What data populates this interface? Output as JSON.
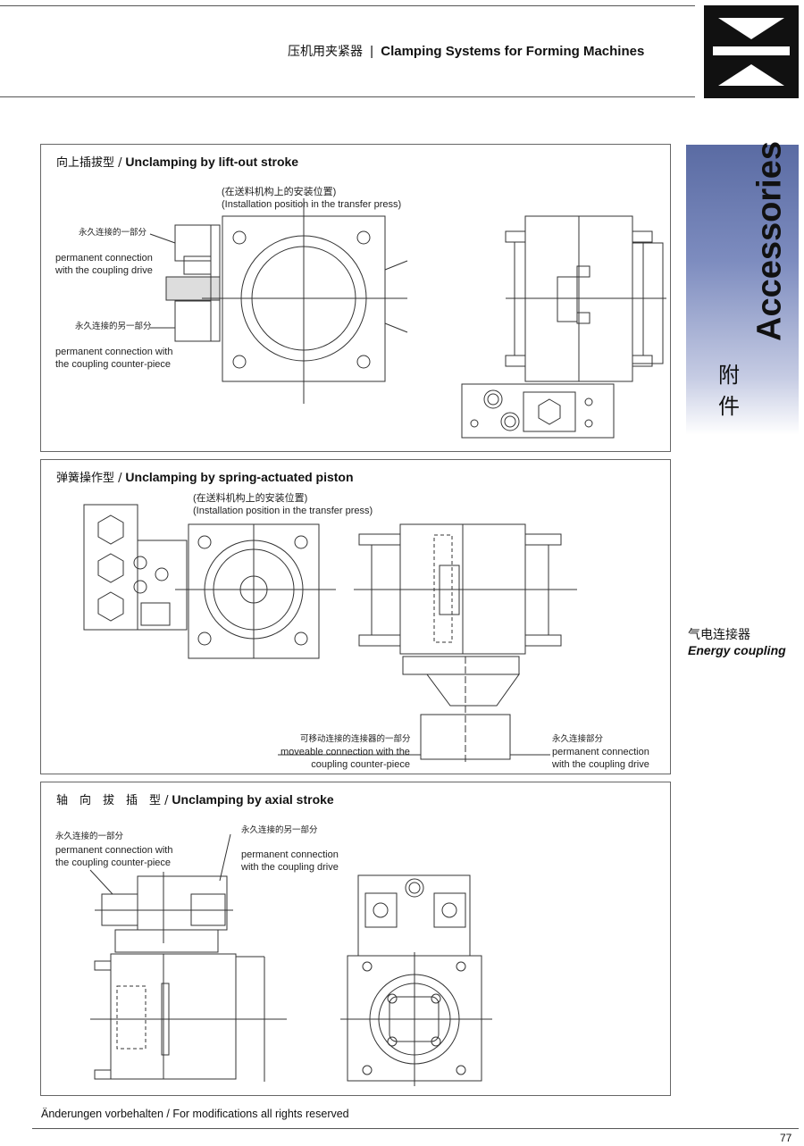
{
  "header": {
    "title_zh": "压机用夹紧器",
    "separator": "|",
    "title_en": "Clamping Systems for Forming Machines"
  },
  "sidebar": {
    "title_en": "Accessories",
    "title_zh": "附件",
    "section_zh": "气电连接器",
    "section_en": "Energy coupling"
  },
  "panels": [
    {
      "title_zh": "向上插拔型 /",
      "title_en": "Unclamping by lift-out stroke",
      "install_zh": "(在送料机构上的安装位置)",
      "install_en": "(Installation position in the transfer press)",
      "label1_zh": "永久连接的一部分",
      "label1_en": [
        "permanent connection",
        "with the coupling drive"
      ],
      "label2_zh": "永久连接的另一部分",
      "label2_en": [
        "permanent connection with",
        "the coupling counter-piece"
      ]
    },
    {
      "title_zh": "弹簧操作型 /",
      "title_en": "Unclamping by spring-actuated piston",
      "install_zh": "(在送料机构上的安装位置)",
      "install_en": "(Installation position in the transfer press)",
      "label1_zh": "可移动连接的连接器的一部分",
      "label1_en": [
        "moveable connection with the",
        "coupling counter-piece"
      ],
      "label2_zh": "永久连接部分",
      "label2_en": [
        "permanent connection",
        "with the coupling drive"
      ]
    },
    {
      "title_zh": "轴　向　拔　插　型 /",
      "title_en": "Unclamping by axial stroke",
      "label1_zh": "永久连接的一部分",
      "label1_en": [
        "permanent connection with",
        "the coupling counter-piece"
      ],
      "label2_zh": "永久连接的另一部分",
      "label2_en": [
        "permanent connection",
        "with the coupling drive"
      ]
    }
  ],
  "footer": {
    "note": "Änderungen vorbehalten / For modifications all rights reserved",
    "page_number": "77"
  }
}
